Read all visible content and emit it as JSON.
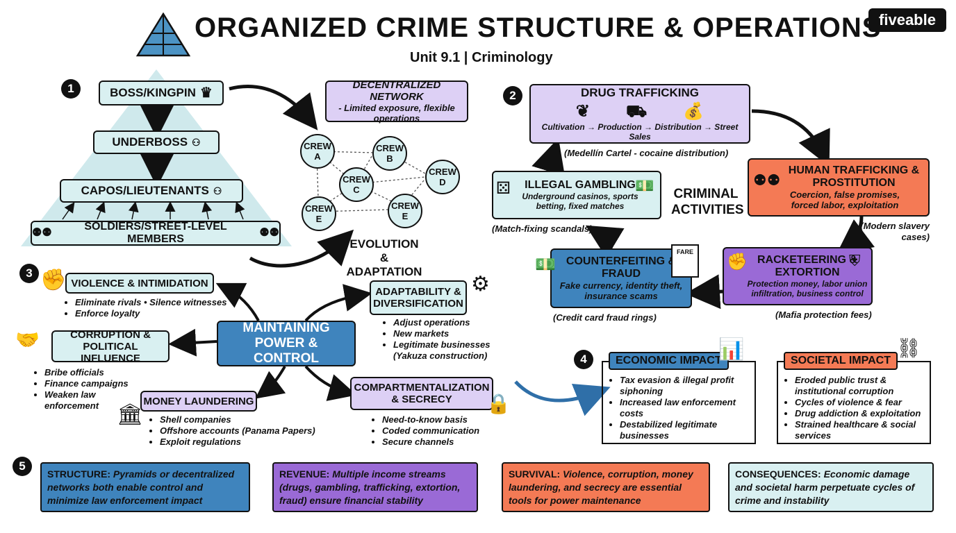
{
  "header": {
    "title": "ORGANIZED CRIME STRUCTURE & OPERATIONS",
    "subtitle": "Unit 9.1 | Criminology",
    "logo": "fiveable"
  },
  "section1": {
    "number": "1",
    "hierarchy": [
      "BOSS/KINGPIN",
      "UNDERBOSS",
      "CAPOS/LIEUTENANTS",
      "SOLDIERS/STREET-LEVEL MEMBERS"
    ],
    "network_title": "DECENTRALIZED NETWORK",
    "network_desc": "- Limited exposure, flexible operations",
    "crews": [
      {
        "top": "CREW",
        "bottom": "A"
      },
      {
        "top": "CREW",
        "bottom": "B"
      },
      {
        "top": "CREW",
        "bottom": "C"
      },
      {
        "top": "CREW",
        "bottom": "D"
      },
      {
        "top": "CREW",
        "bottom": "E"
      },
      {
        "top": "CREW",
        "bottom": "E"
      }
    ],
    "evolution": "EVOLUTION & ADAPTATION"
  },
  "section2": {
    "number": "2",
    "center_label": "CRIMINAL ACTIVITIES",
    "drug": {
      "title": "DRUG TRAFFICKING",
      "flow": "Cultivation → Production → Distribution → Street Sales",
      "example": "(Medellín Cartel - cocaine distribution)"
    },
    "human": {
      "title": "HUMAN TRAFFICKING & PROSTITUTION",
      "desc": "Coercion, false promises, forced labor, exploitation",
      "example": "(Modern slavery cases)"
    },
    "racket": {
      "title": "RACKETEERING & EXTORTION",
      "desc": "Protection money, labor union infiltration, business control",
      "example": "(Mafia protection fees)"
    },
    "counterfeit": {
      "title": "COUNTERFEITING & FRAUD",
      "desc": "Fake currency, identity theft, insurance scams",
      "example": "(Credit card fraud rings)",
      "fare": "FARE"
    },
    "gambling": {
      "title": "ILLEGAL GAMBLING",
      "desc": "Underground casinos, sports betting, fixed matches",
      "example": "(Match-fixing scandals)"
    }
  },
  "section3": {
    "number": "3",
    "center": "MAINTAINING POWER & CONTROL",
    "violence": {
      "title": "VIOLENCE & INTIMIDATION",
      "items": [
        "Eliminate rivals • Silence witnesses",
        "Enforce loyalty"
      ]
    },
    "corruption": {
      "title": "CORRUPTION & POLITICAL INFLUENCE",
      "items": [
        "Bribe officials",
        "Finance campaigns",
        "Weaken law enforcement"
      ]
    },
    "laundering": {
      "title": "MONEY LAUNDERING",
      "items": [
        "Shell companies",
        "Offshore accounts (Panama Papers)",
        "Exploit regulations"
      ]
    },
    "adapt": {
      "title": "ADAPTABILITY & DIVERSIFICATION",
      "items": [
        "Adjust operations",
        "New markets",
        "Legitimate businesses (Yakuza construction)"
      ]
    },
    "secrecy": {
      "title": "COMPARTMENTALIZATION & SECRECY",
      "items": [
        "Need-to-know basis",
        "Coded communication",
        "Secure channels"
      ]
    }
  },
  "section4": {
    "number": "4",
    "economic": {
      "title": "ECONOMIC IMPACT",
      "items": [
        "Tax evasion & illegal profit siphoning",
        "Increased law enforcement costs",
        "Destabilized legitimate businesses"
      ]
    },
    "societal": {
      "title": "SOCIETAL IMPACT",
      "items": [
        "Eroded public trust & institutional corruption",
        "Cycles of violence & fear",
        "Drug addiction & exploitation",
        "Strained healthcare & social services"
      ]
    }
  },
  "section5": {
    "number": "5",
    "cards": [
      {
        "key": "STRUCTURE:",
        "text": "Pyramids or decentralized networks both enable control and minimize law enforcement impact"
      },
      {
        "key": "REVENUE:",
        "text": "Multiple income streams (drugs, gambling, trafficking, extortion, fraud) ensure financial stability"
      },
      {
        "key": "SURVIVAL:",
        "text": "Violence, corruption, money laundering, and secrecy are essential tools for power maintenance"
      },
      {
        "key": "CONSEQUENCES:",
        "text": "Economic damage and societal harm perpetuate cycles of crime and instability"
      }
    ]
  },
  "colors": {
    "teal": "#d9f0f1",
    "purple": "#ddd0f5",
    "purple_dark": "#9a6ad6",
    "orange": "#f47a55",
    "blue": "#3f84bd"
  },
  "icons": [
    "pyramid-icon",
    "crown-icon",
    "org-chart-icon",
    "people-icon",
    "cannabis-leaf-icon",
    "truck-icon",
    "money-bags-icon",
    "dice-icon",
    "cash-icon",
    "fist-icon",
    "shield-icon",
    "handshake-icon",
    "bank-icon",
    "gear-icon",
    "lock-icon",
    "bar-chart-icon",
    "broken-chain-icon"
  ]
}
